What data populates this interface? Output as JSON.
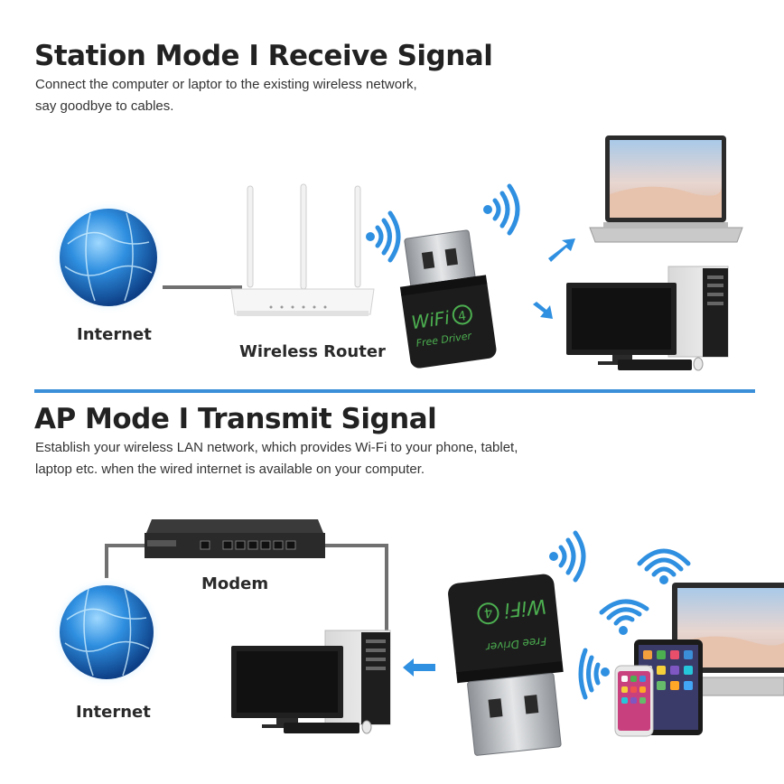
{
  "station": {
    "title": "Station Mode I Receive Signal",
    "desc_line1": "Connect the computer or laptor to the existing wireless network,",
    "desc_line2": "say goodbye to cables.",
    "label_internet": "Internet",
    "label_router": "Wireless Router"
  },
  "ap": {
    "title": "AP Mode I Transmit Signal",
    "desc_line1": "Establish your wireless LAN network, which provides Wi-Fi to your phone, tablet,",
    "desc_line2": "laptop etc. when the wired internet is available on your computer.",
    "label_modem": "Modem",
    "label_internet": "Internet"
  },
  "adapter": {
    "brand": "WiFi",
    "badge": "4",
    "subtitle": "Free Driver"
  },
  "colors": {
    "accent_blue": "#3b8fd9",
    "wifi_blue": "#2f8fe0",
    "adapter_green": "#4caf50"
  },
  "icons": [
    "globe-icon",
    "router-icon",
    "wifi-waves-icon",
    "usb-adapter-icon",
    "laptop-icon",
    "desktop-pc-icon",
    "modem-icon",
    "phone-icon",
    "tablet-icon",
    "arrow-icon"
  ]
}
